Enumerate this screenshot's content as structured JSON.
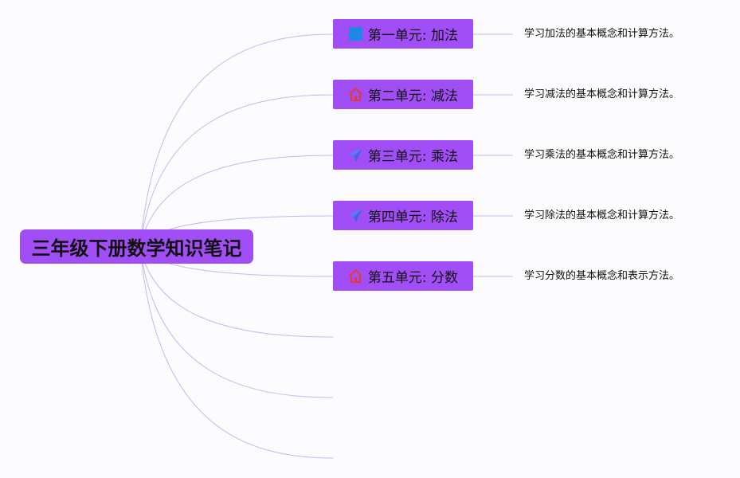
{
  "mindmap": {
    "root": {
      "label": "三年级下册数学知识笔记"
    },
    "units": [
      {
        "label": "第一单元: 加法",
        "icon": "blue-square-icon",
        "icon_color": "#1e88e5",
        "desc": "学习加法的基本概念和计算方法。"
      },
      {
        "label": "第二单元: 减法",
        "icon": "house-icon",
        "icon_color": "#e53935",
        "desc": "学习减法的基本概念和计算方法。"
      },
      {
        "label": "第三单元: 乘法",
        "icon": "paper-plane-icon",
        "icon_color": "#5b7cf5",
        "desc": "学习乘法的基本概念和计算方法。"
      },
      {
        "label": "第四单元: 除法",
        "icon": "paper-plane-icon",
        "icon_color": "#5b7cf5",
        "desc": "学习除法的基本概念和计算方法。"
      },
      {
        "label": "第五单元: 分数",
        "icon": "house-icon",
        "icon_color": "#e53935",
        "desc": "学习分数的基本概念和表示方法。"
      }
    ],
    "empty_branches": 3,
    "colors": {
      "node_fill": "#a24ef7",
      "connector": "#c6b7ee",
      "text": "#111111"
    }
  }
}
